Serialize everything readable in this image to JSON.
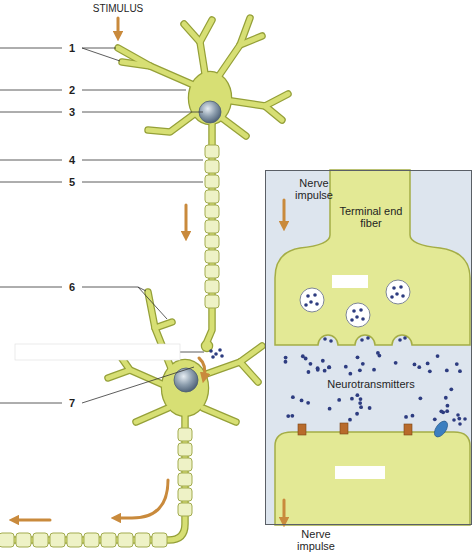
{
  "diagram": {
    "nodes": [
      {
        "text": [
          "Nerve impulse",
          "Terminal end fiber",
          "Neurotransmitters",
          "Nerve impulse"
        ]
      }
    ],
    "labels": [
      "STIMULUS",
      "1",
      "2",
      "3",
      "4",
      "5",
      "6",
      "7"
    ]
  }
}
